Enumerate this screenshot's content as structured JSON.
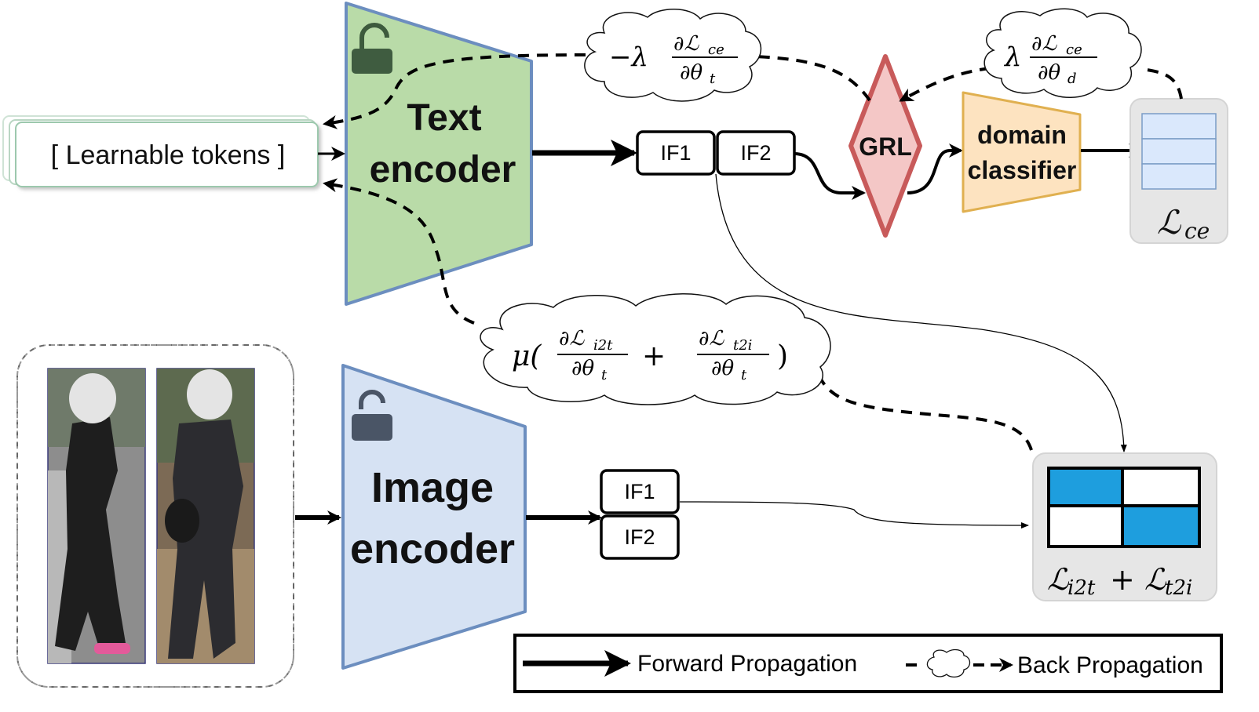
{
  "text_encoder": {
    "line1": "Text",
    "line2": "encoder"
  },
  "image_encoder": {
    "line1": "Image",
    "line2": "encoder"
  },
  "tokens": {
    "label": "[ Learnable tokens ]"
  },
  "text_features": {
    "if1": "IF1",
    "if2": "IF2"
  },
  "image_features": {
    "if1": "IF1",
    "if2": "IF2"
  },
  "grl": {
    "label": "GRL"
  },
  "domain_classifier": {
    "line1": "domain",
    "line2": "classifier"
  },
  "loss_ce": {
    "script": "ℒ",
    "sub": "ce"
  },
  "loss_contrastive": {
    "script1": "ℒ",
    "sub1": "i2t",
    "plus": "+",
    "script2": "ℒ",
    "sub2": "t2i"
  },
  "cloud_text_grad": {
    "prefix": "−λ",
    "num": "∂ℒ",
    "num_sub": "ce",
    "den": "∂θ",
    "den_sub": "t"
  },
  "cloud_domain_grad": {
    "prefix": "λ",
    "num": "∂ℒ",
    "num_sub": "ce",
    "den": "∂θ",
    "den_sub": "d"
  },
  "cloud_contrastive_grad": {
    "prefix": "μ(",
    "frac1_num": "∂ℒ",
    "frac1_num_sub": "i2t",
    "frac1_den": "∂θ",
    "frac1_den_sub": "t",
    "plus": "+",
    "frac2_num": "∂ℒ",
    "frac2_num_sub": "t2i",
    "frac2_den": "∂θ",
    "frac2_den_sub": "t",
    "suffix": ")"
  },
  "legend": {
    "forward": "Forward Propagation",
    "backward": "Back Propagation"
  },
  "colors": {
    "text_encoder_fill": "#b9dba8",
    "text_encoder_stroke": "#6c8ebf",
    "image_encoder_fill": "#d6e2f3",
    "grl_fill": "#f4c7c6",
    "grl_stroke": "#c85a5a",
    "classifier_fill": "#fde3c0",
    "classifier_stroke": "#e0b050",
    "loss_panel": "#e6e6e6",
    "matrix_blue": "#1e9ede",
    "ce_cell_fill": "#dae8fc"
  }
}
